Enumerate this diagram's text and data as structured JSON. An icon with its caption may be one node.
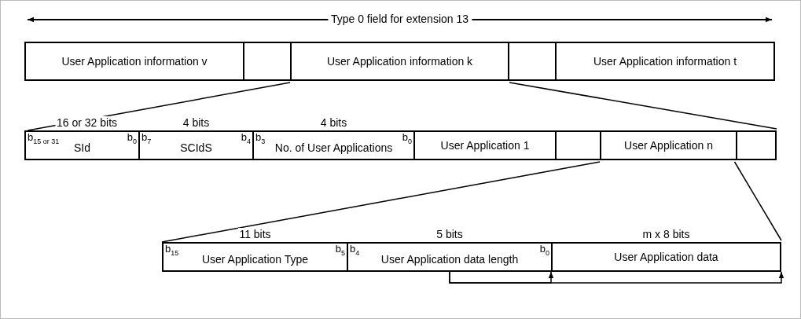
{
  "diagram": {
    "nodes": [
      {
        "text": [
          "User Application information v"
        ]
      },
      {
        "text": [],
        "shape": "box"
      },
      {
        "text": [
          "User Application information k"
        ]
      },
      {
        "text": [],
        "shape": "box"
      },
      {
        "text": [
          "User Application information t"
        ]
      },
      {
        "text": [
          "b$_{15 or 31}$",
          "b$_{0}$",
          "SId"
        ],
        "beside": [
          "16 or 32 bits"
        ]
      },
      {
        "text": [
          "b$_{7}$",
          "b$_{4}$",
          "SCIdS"
        ],
        "beside": [
          "4 bits"
        ]
      },
      {
        "text": [
          "b$_{3}$",
          "b$_{0}$",
          "No. of User Applications"
        ],
        "beside": [
          "4 bits"
        ]
      },
      {
        "text": [
          "User Application 1"
        ]
      },
      {
        "text": [],
        "shape": "box"
      },
      {
        "text": [
          "User Application n"
        ]
      },
      {
        "text": [],
        "shape": "box"
      },
      {
        "text": [
          "b$_{15}$",
          "b$_{5}$",
          "User Application Type"
        ],
        "beside": [
          "11 bits"
        ]
      },
      {
        "text": [
          "b$_{4}$",
          "b$_{0}$",
          "User Application data length"
        ],
        "beside": [
          "5 bits"
        ]
      },
      {
        "text": [
          "User Application data"
        ],
        "beside": [
          "m x 8 bits"
        ]
      }
    ],
    "edges": [
      {
        "from": 2,
        "to": 5,
        "arrow": "none"
      },
      {
        "from": 2,
        "to": 11,
        "arrow": "none"
      },
      {
        "from": 10,
        "to": 12,
        "arrow": "none"
      },
      {
        "from": 10,
        "to": 14,
        "arrow": "none"
      },
      {
        "from": 13,
        "to": 14,
        "arrow": "to"
      },
      {
        "from": 13,
        "to": 14,
        "arrow": "to"
      }
    ],
    "labels": [
      "Type 0 field for extension 13"
    ]
  }
}
